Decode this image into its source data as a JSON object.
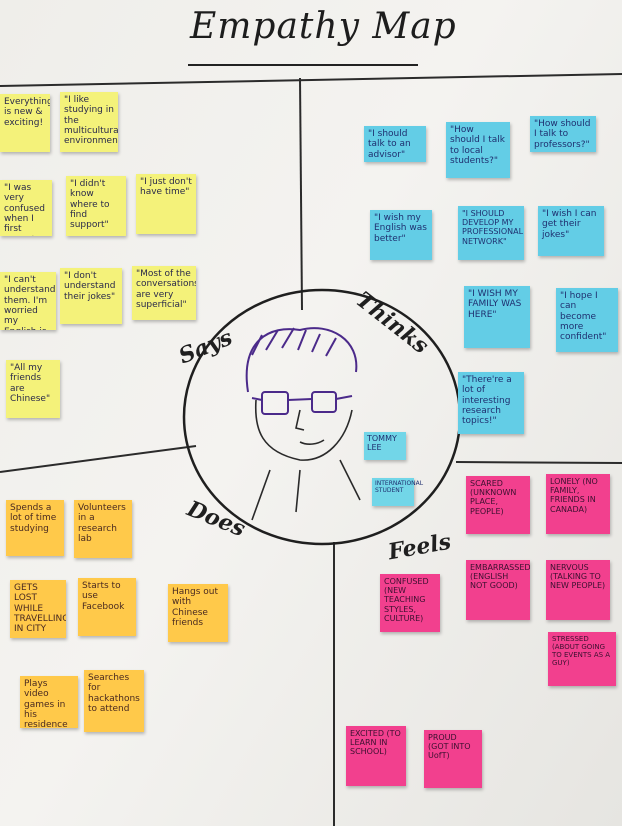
{
  "title": "Empathy Map",
  "quadrants": {
    "says": "Says",
    "thinks": "Thinks",
    "does": "Does",
    "feels": "Feels"
  },
  "persona": {
    "name": "TOMMY LEE",
    "role": "INTERNATIONAL STUDENT"
  },
  "says_notes": [
    "Everything is new & exciting!",
    "\"I like studying in the multicultural environment!\"",
    "\"I was very confused when I first came to Canada\"",
    "\"I didn't know where to find support\"",
    "\"I just don't have time\"",
    "\"I can't understand them. I'm worried my English is NOT GOOD\"",
    "\"I don't understand their jokes\"",
    "\"Most of the conversations are very superficial\"",
    "\"All my friends are Chinese\""
  ],
  "thinks_notes": [
    "\"I should talk to an advisor\"",
    "\"How should I talk to local students?\"",
    "\"How should I talk to professors?\"",
    "\"I wish my English was better\"",
    "\"I SHOULD DEVELOP MY PROFESSIONAL NETWORK\"",
    "\"I wish I can get their jokes\"",
    "\"I WISH MY FAMILY WAS HERE\"",
    "\"I hope I can become more confident\"",
    "\"There're a lot of interesting research topics!\""
  ],
  "does_notes": [
    "Spends a lot of time studying",
    "Volunteers in a research lab",
    "GETS LOST WHILE TRAVELLING IN CITY",
    "Starts to use Facebook",
    "Hangs out with Chinese friends",
    "Plays video games in his residence",
    "Searches for hackathons to attend"
  ],
  "feels_notes": [
    "SCARED (UNKNOWN PLACE, PEOPLE)",
    "LONELY (NO FAMILY, FRIENDS IN CANADA)",
    "CONFUSED (NEW TEACHING STYLES, CULTURE)",
    "EMBARRASSED (ENGLISH NOT GOOD)",
    "NERVOUS (TALKING TO NEW PEOPLE)",
    "STRESSED (ABOUT GOING TO EVENTS AS A GUY)",
    "EXCITED (TO LEARN IN SCHOOL)",
    "PROUD (GOT INTO UofT)"
  ],
  "colors": {
    "says": "#f4f27a",
    "thinks": "#63cde6",
    "does": "#ffc94a",
    "feels": "#f2408e",
    "ink": "#1d1d1d",
    "marker_purple": "#4b2a8a"
  },
  "icons": [
    "persona-face-drawing"
  ]
}
